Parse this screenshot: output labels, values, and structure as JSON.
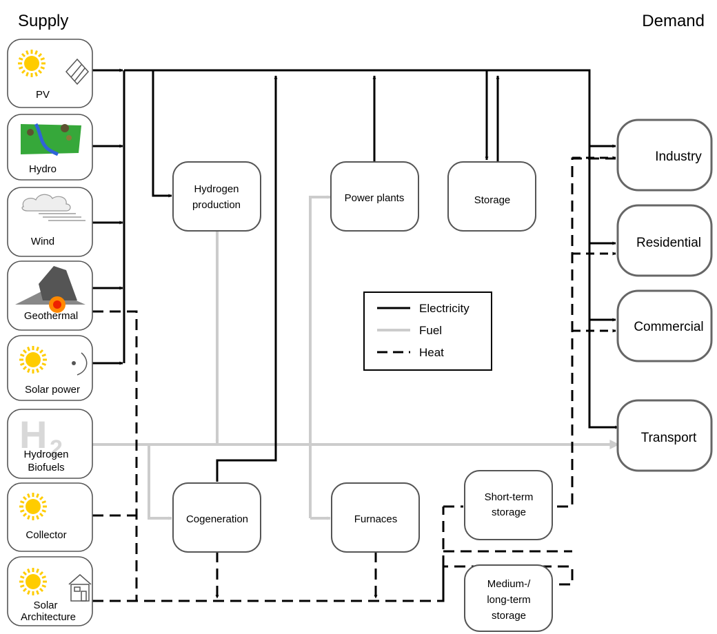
{
  "header": {
    "supply": "Supply",
    "demand": "Demand"
  },
  "sources": {
    "pv": "PV",
    "hydro": "Hydro",
    "wind": "Wind",
    "geothermal": "Geothermal",
    "solar_power": "Solar power",
    "hydrogen_line1": "Hydrogen",
    "hydrogen_line2": "Biofuels",
    "collector": "Collector",
    "solar_arch_line1": "Solar",
    "solar_arch_line2": "Architecture"
  },
  "processes": {
    "hydrogen_production_line1": "Hydrogen",
    "hydrogen_production_line2": "production",
    "power_plants": "Power plants",
    "storage": "Storage",
    "cogeneration": "Cogeneration",
    "furnaces": "Furnaces",
    "short_term_line1": "Short-term",
    "short_term_line2": "storage",
    "medium_long_line1": "Medium-/",
    "medium_long_line2": "long-term",
    "medium_long_line3": "storage"
  },
  "demand": {
    "industry": "Industry",
    "residential": "Residential",
    "commercial": "Commercial",
    "transport": "Transport"
  },
  "legend": {
    "electricity": "Electricity",
    "fuel": "Fuel",
    "heat": "Heat"
  },
  "colors": {
    "electricity": "#000000",
    "fuel": "#cccccc",
    "heat": "#000000"
  },
  "icons": {
    "pv": "sun-with-panel-icon",
    "hydro": "river-landscape-icon",
    "wind": "cloud-wind-icon",
    "geothermal": "volcano-heat-icon",
    "solar_power": "sun-with-dish-icon",
    "hydrogen": "h2-symbol-icon",
    "collector": "sun-icon",
    "solar_architecture": "sun-with-house-icon"
  }
}
